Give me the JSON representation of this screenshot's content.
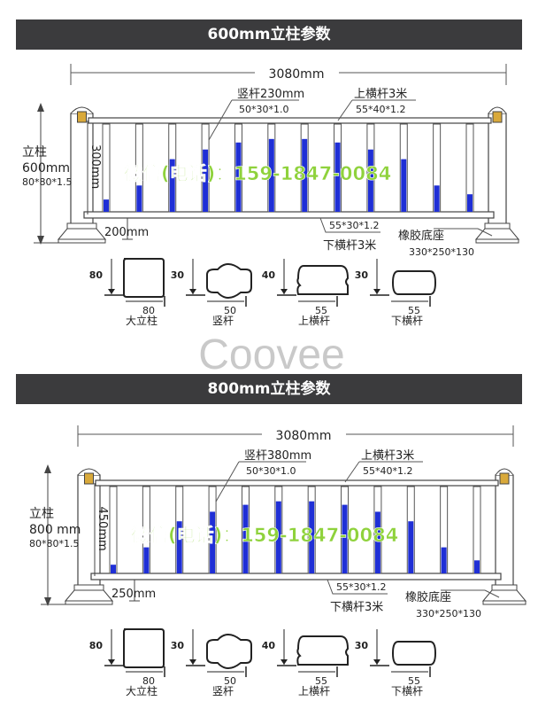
{
  "panels": [
    {
      "title": "600mm立柱参数",
      "total_width": "3080mm",
      "vertical_bar_label": "竖杆230mm",
      "vertical_bar_spec": "50*30*1.0",
      "top_rail_label": "上横杆3米",
      "top_rail_spec": "55*40*1.2",
      "post_label": "立柱",
      "post_height": "600mm",
      "post_spec": "80*80*1.5",
      "rail_gap": "300mm",
      "bottom_rail_spec": "55*30*1.2",
      "ground_gap": "200mm",
      "bottom_rail_label": "下横杆3米",
      "base_label": "橡胶底座",
      "base_spec": "330*250*130",
      "bar_fill_fractions": [
        0.14,
        0.3,
        0.6,
        0.71,
        0.79,
        0.83,
        0.83,
        0.79,
        0.71,
        0.6,
        0.3,
        0.2
      ]
    },
    {
      "title": "800mm立柱参数",
      "total_width": "3080mm",
      "vertical_bar_label": "竖杆380mm",
      "vertical_bar_spec": "50*30*1.0",
      "top_rail_label": "上横杆3米",
      "top_rail_spec": "55*40*1.2",
      "post_label": "立柱",
      "post_height": "800 mm",
      "post_spec": "80*80*1.5",
      "rail_gap": "450mm",
      "bottom_rail_spec": "55*30*1.2",
      "ground_gap": "250mm",
      "bottom_rail_label": "下横杆3米",
      "base_label": "橡胶底座",
      "base_spec": "330*250*130",
      "bar_fill_fractions": [
        0.1,
        0.3,
        0.6,
        0.71,
        0.79,
        0.83,
        0.83,
        0.79,
        0.71,
        0.6,
        0.3,
        0.15
      ]
    }
  ],
  "profiles": [
    {
      "name": "大立柱",
      "height": "80",
      "width": "80"
    },
    {
      "name": "竖杆",
      "height": "30",
      "width": "50"
    },
    {
      "name": "上横杆",
      "height": "40",
      "width": "55"
    },
    {
      "name": "下横杆",
      "height": "30",
      "width": "55"
    }
  ],
  "watermark_contact": "微信(电话)：159-1847-0084",
  "watermark_brand": "Coovee",
  "colors": {
    "header": "#3b3b3d",
    "bar_blue": "#1f2fd6",
    "watermark_green": "#8fd23c"
  }
}
